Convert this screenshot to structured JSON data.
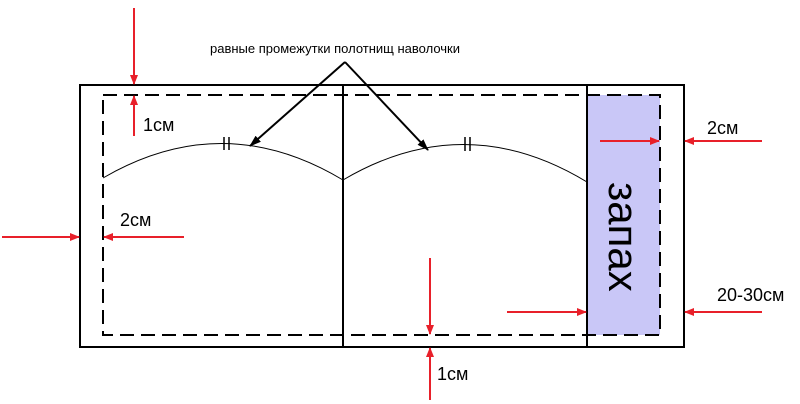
{
  "labels": {
    "equal_gaps": "равные промежутки полотнищ наволочки",
    "top_margin": "1см",
    "left_margin": "2см",
    "right_margin": "2см",
    "bottom_margin": "1см",
    "flap_size": "20-30см",
    "flap": "запах"
  },
  "colors": {
    "arrow": "#e8202a",
    "outline": "#000000",
    "flap_fill": "#c9c7f7"
  }
}
